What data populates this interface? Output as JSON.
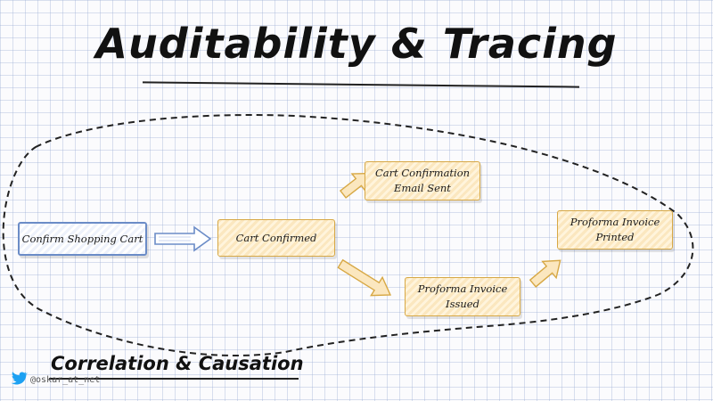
{
  "title": "Auditability & Tracing",
  "nodes": {
    "start": "Confirm Shopping Cart",
    "cart_confirmed": "Cart Confirmed",
    "email_sent_line1": "Cart Confirmation",
    "email_sent_line2": "Email Sent",
    "invoice_issued_line1": "Proforma Invoice",
    "invoice_issued_line2": "Issued",
    "invoice_printed_line1": "Proforma Invoice",
    "invoice_printed_line2": "Printed"
  },
  "footer": {
    "subtitle": "Correlation & Causation",
    "handle": "@oskar_at_net"
  },
  "colors": {
    "command_border": "#6b8cc7",
    "event_border": "#d7a845",
    "event_fill": "#fbe7bf",
    "twitter": "#1da1f2"
  },
  "icons": {
    "footer": "twitter-bird-icon"
  }
}
